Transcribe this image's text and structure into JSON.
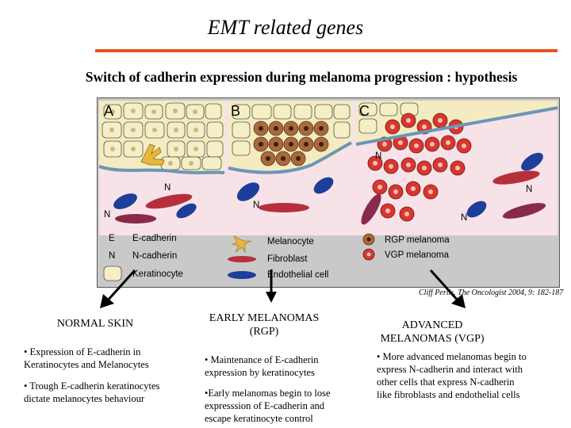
{
  "header": {
    "title": "EMT related genes",
    "subtitle": "Switch of cadherin expression during melanoma progression : hypothesis",
    "accent_color": "#e8521e"
  },
  "figure": {
    "panel_letters": [
      "A",
      "B",
      "C"
    ],
    "cell_letter_e": "E",
    "cell_letter_n": "N",
    "legend": {
      "e_cadherin": {
        "symbol": "E",
        "label": "E-cadherin"
      },
      "n_cadherin": {
        "symbol": "N",
        "label": "N-cadherin"
      },
      "keratinocyte": {
        "label": "Keratinocyte"
      },
      "melanocyte": {
        "label": "Melanocyte"
      },
      "fibroblast": {
        "label": "Fibroblast"
      },
      "endothelial": {
        "label": "Endothelial cell"
      },
      "rgp": {
        "label": "RGP melanoma"
      },
      "vgp": {
        "label": "VGP melanoma"
      }
    },
    "citation": "Cliff Perlis. The Oncologist 2004, 9: 182-187"
  },
  "columns": [
    {
      "title": "NORMAL SKIN",
      "bullets": [
        "• Expression of E-cadherin in Keratinocytes and Melanocytes",
        "• Trough E-cadherin keratinocytes dictate melanocytes behaviour"
      ]
    },
    {
      "title": "EARLY MELANOMAS  (RGP)",
      "bullets": [
        "• Maintenance of  E-cadherin expression by keratinocytes",
        "•Early melanomas begin to lose expresssion of E-cadherin and escape keratinocyte control"
      ]
    },
    {
      "title": "ADVANCED MELANOMAS (VGP)",
      "bullets": [
        "• More advanced melanomas begin to express N-cadherin and interact with other cells that express N-cadherin like fibroblasts and endothelial cells"
      ]
    }
  ]
}
